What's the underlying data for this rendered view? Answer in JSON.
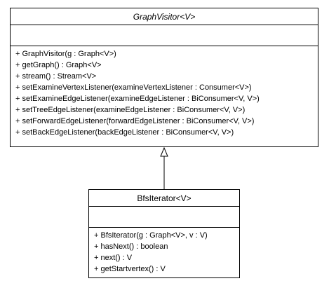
{
  "diagram": {
    "parent_class": {
      "name": "GraphVisitor<V>",
      "methods": [
        "+ GraphVisitor(g : Graph<V>)",
        "+ getGraph() : Graph<V>",
        "+ stream() : Stream<V>",
        "+ setExamineVertexListener(examineVertexListener : Consumer<V>)",
        "+ setExamineEdgeListener(examineEdgeListener : BiConsumer<V, V>)",
        "+ setTreeEdgeListener(examineEdgeListener : BiConsumer<V, V>)",
        "+ setForwardEdgeListener(forwardEdgeListener : BiConsumer<V, V>)",
        "+ setBackEdgeListener(backEdgeListener : BiConsumer<V, V>)"
      ]
    },
    "child_class": {
      "name": "BfsIterator<V>",
      "methods": [
        "+ BfsIterator(g : Graph<V>, v : V)",
        "+ hasNext() : boolean",
        "+ next() : V",
        "+ getStartvertex() : V"
      ]
    },
    "colors": {
      "line": "#000000",
      "background": "#ffffff"
    }
  }
}
